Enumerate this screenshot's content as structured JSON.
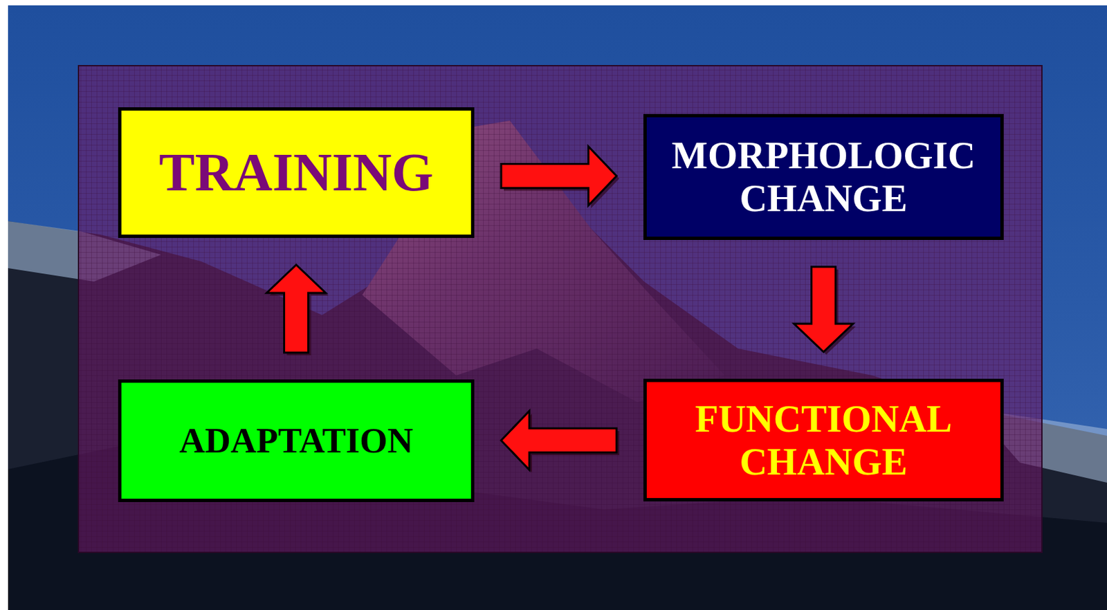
{
  "diagram": {
    "nodes": [
      {
        "text": [
          "TRAINING"
        ]
      },
      {
        "text": [
          "MORPHOLOGIC CHANGE"
        ]
      },
      {
        "text": [
          "FUNCTIONAL CHANGE"
        ]
      },
      {
        "text": [
          "ADAPTATION"
        ]
      }
    ],
    "edges": [
      {
        "from": 0,
        "to": 1,
        "arrow": "to"
      },
      {
        "from": 1,
        "to": 2,
        "arrow": "to"
      },
      {
        "from": 2,
        "to": 3,
        "arrow": "to"
      },
      {
        "from": 3,
        "to": 0,
        "arrow": "to"
      }
    ]
  }
}
